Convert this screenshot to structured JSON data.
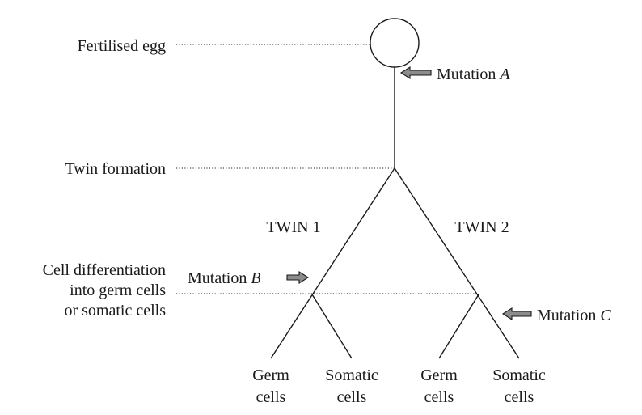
{
  "stages": {
    "fertilised_egg": "Fertilised egg",
    "twin_formation": "Twin formation",
    "cell_differentiation": [
      "Cell differentiation",
      "into germ cells",
      "or somatic cells"
    ]
  },
  "twins": {
    "twin1": "TWIN 1",
    "twin2": "TWIN 2"
  },
  "mutations": {
    "a": {
      "prefix": "Mutation ",
      "letter": "A"
    },
    "b": {
      "prefix": "Mutation ",
      "letter": "B"
    },
    "c": {
      "prefix": "Mutation ",
      "letter": "C"
    }
  },
  "leaves": {
    "germ": [
      "Germ",
      "cells"
    ],
    "somatic": [
      "Somatic",
      "cells"
    ]
  }
}
